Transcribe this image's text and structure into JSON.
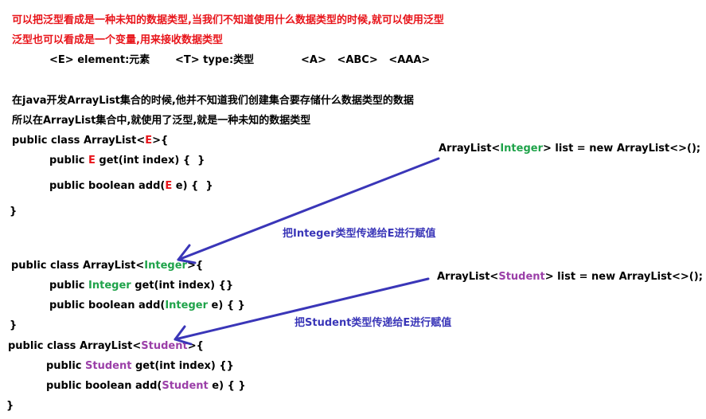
{
  "colors": {
    "red": "#e8141a",
    "green": "#1fa34a",
    "purple": "#9b3fa8",
    "blue": "#3a36b8",
    "text": "#000000"
  },
  "intro": {
    "line1": "可以把泛型看成是一种未知的数据类型,当我们不知道使用什么数据类型的时候,就可以使用泛型",
    "line2": "泛型也可以看成是一个变量,用来接收数据类型",
    "examples": "<E> element:元素       <T> type:类型             <A>   <ABC>   <AAA>"
  },
  "explanation": {
    "line1": "在java开发ArrayList集合的时候,他并不知道我们创建集合要存储什么数据类型的数据",
    "line2": "所以在ArrayList集合中,就使用了泛型,就是一种未知的数据类型"
  },
  "generic_class": {
    "decl_prefix": "public class ArrayList<",
    "type": "E",
    "decl_suffix": ">{",
    "get_prefix": "public ",
    "get_suffix": " get(int index) {  }",
    "add_prefix": "public boolean add(",
    "add_suffix": " e) {  }",
    "close": "}"
  },
  "integer_class": {
    "decl_prefix": "public class ArrayList<",
    "type": "Integer",
    "decl_suffix": ">{",
    "get_prefix": "public ",
    "get_suffix": " get(int index) {}",
    "add_prefix": "public boolean add(",
    "add_suffix": " e) { }",
    "close": "}"
  },
  "student_class": {
    "decl_prefix": "public class ArrayList<",
    "type": "Student",
    "decl_suffix": ">{",
    "get_prefix": "public ",
    "get_suffix": " get(int index) {}",
    "add_prefix": "public boolean add(",
    "add_suffix": " e) { }",
    "close": "}"
  },
  "integer_usage": {
    "prefix": "ArrayList<",
    "type": "Integer",
    "suffix": "> list = new ArrayList<>();",
    "arrow_label": "把Integer类型传递给E进行赋值"
  },
  "student_usage": {
    "prefix": "ArrayList<",
    "type": "Student",
    "suffix": "> list = new ArrayList<>();",
    "arrow_label": "把Student类型传递给E进行赋值"
  }
}
